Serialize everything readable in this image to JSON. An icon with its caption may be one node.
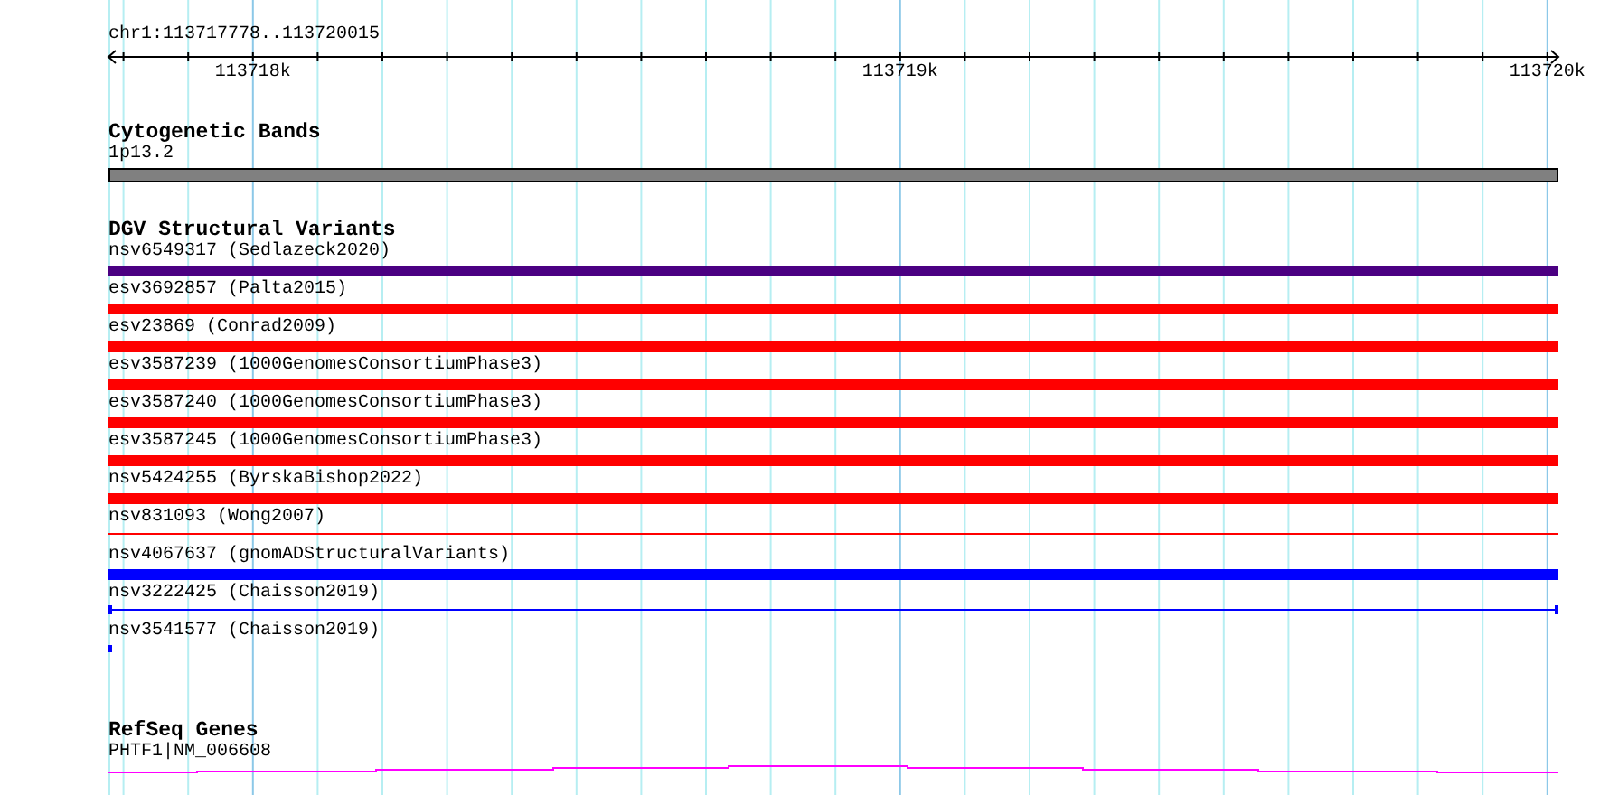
{
  "diagram": {
    "nodes": [
      {
        "text": [
          "1p13.2"
        ]
      },
      {
        "text": [
          "nsv6549317 (Sedlazeck2020)"
        ]
      },
      {
        "text": [
          "esv3692857 (Palta2015)"
        ]
      },
      {
        "text": [
          "esv23869 (Conrad2009)"
        ]
      },
      {
        "text": [
          "esv3587239 (1000GenomesConsortiumPhase3)"
        ]
      },
      {
        "text": [
          "esv3587240 (1000GenomesConsortiumPhase3)"
        ]
      },
      {
        "text": [
          "esv3587245 (1000GenomesConsortiumPhase3)"
        ]
      },
      {
        "text": [
          "nsv5424255 (ByrskaBishop2022)"
        ]
      },
      {
        "text": [
          "nsv831093 (Wong2007)"
        ]
      },
      {
        "text": [
          "nsv4067637 (gnomADStructuralVariants)"
        ]
      },
      {
        "text": [
          "nsv3222425 (Chaisson2019)"
        ]
      },
      {
        "text": [
          "nsv3541577 (Chaisson2019)"
        ]
      },
      {
        "text": [
          "PHTF1|NM_006608"
        ]
      }
    ],
    "labels": [
      "chr1:113717778..113720015",
      "113718k",
      "113719k",
      "113720k",
      "Cytogenetic Bands",
      "DGV Structural Variants",
      "RefSeq Genes"
    ]
  }
}
